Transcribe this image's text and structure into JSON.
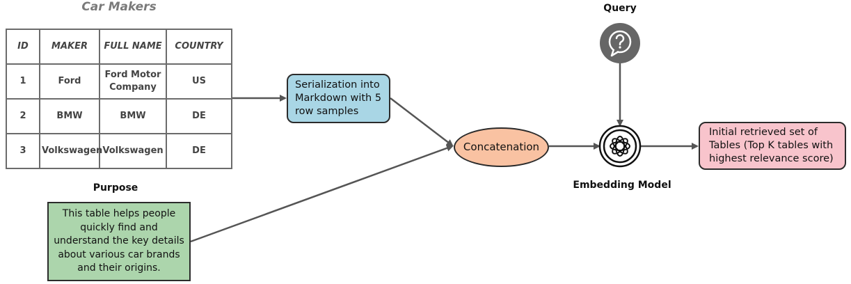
{
  "table": {
    "title": "Car Makers",
    "headers": [
      "ID",
      "MAKER",
      "FULL NAME",
      "COUNTRY"
    ],
    "rows": [
      [
        "1",
        "Ford",
        "Ford Motor Company",
        "US"
      ],
      [
        "2",
        "BMW",
        "BMW",
        "DE"
      ],
      [
        "3",
        "Volkswagen",
        "Volkswagen",
        "DE"
      ]
    ]
  },
  "serialization": {
    "text": "Serialization into Markdown with 5 row samples",
    "color": "#a9d6e5"
  },
  "concatenation": {
    "text": "Concatenation",
    "color": "#f9c2a2"
  },
  "query": {
    "label": "Query",
    "icon": "question-icon"
  },
  "embedding": {
    "label": "Embedding Model",
    "icon": "embedding-model-icon"
  },
  "result": {
    "text": "Initial retrieved set of Tables (Top K tables with highest relevance score)",
    "color": "#f8c4cc"
  },
  "purpose": {
    "label": "Purpose",
    "text": "This table helps people quickly find and understand the key details about various car brands and their origins.",
    "color": "#acd5ac"
  }
}
